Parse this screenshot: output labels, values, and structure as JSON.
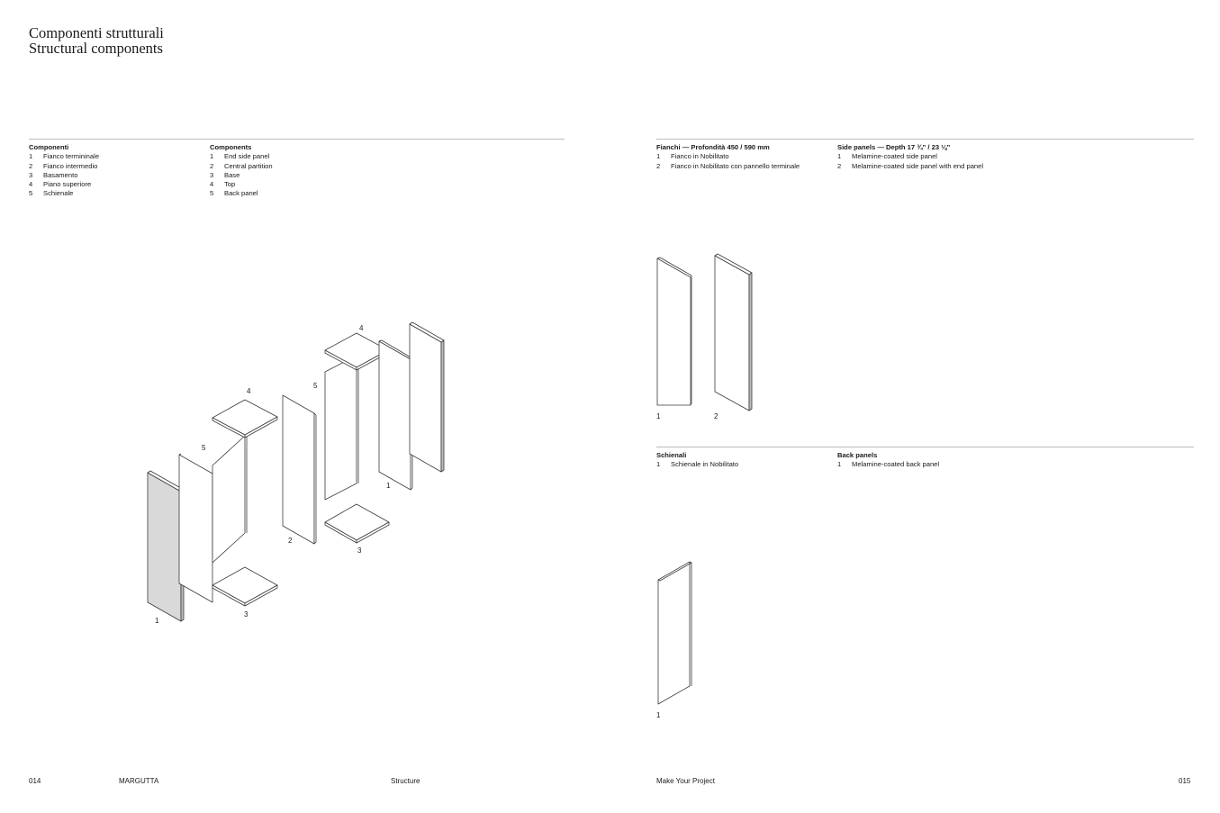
{
  "title": {
    "line1": "Componenti strutturali",
    "line2": "Structural components"
  },
  "components_it": {
    "heading": "Componenti",
    "items": [
      {
        "num": "1",
        "label": "Fianco termininale"
      },
      {
        "num": "2",
        "label": "Fianco intermedio"
      },
      {
        "num": "3",
        "label": "Basamento"
      },
      {
        "num": "4",
        "label": "Piano superiore"
      },
      {
        "num": "5",
        "label": "Schienale"
      }
    ]
  },
  "components_en": {
    "heading": "Components",
    "items": [
      {
        "num": "1",
        "label": "End side panel"
      },
      {
        "num": "2",
        "label": "Central partition"
      },
      {
        "num": "3",
        "label": "Base"
      },
      {
        "num": "4",
        "label": "Top"
      },
      {
        "num": "5",
        "label": "Back panel"
      }
    ]
  },
  "side_panels_it": {
    "heading": "Fianchi — Profondità 450 / 590 mm",
    "items": [
      {
        "num": "1",
        "label": "Fianco in Nobilitato"
      },
      {
        "num": "2",
        "label": "Fianco in Nobilitato con pannello terminale"
      }
    ]
  },
  "side_panels_en": {
    "heading": "Side panels — Depth 17 ¾” / 23 ⅛”",
    "items": [
      {
        "num": "1",
        "label": "Melamine-coated side panel"
      },
      {
        "num": "2",
        "label": "Melamine-coated side panel with end panel"
      }
    ]
  },
  "back_panels_it": {
    "heading": "Schienali",
    "items": [
      {
        "num": "1",
        "label": "Schienale in Nobilitato"
      }
    ]
  },
  "back_panels_en": {
    "heading": "Back panels",
    "items": [
      {
        "num": "1",
        "label": "Melamine-coated back panel"
      }
    ]
  },
  "diagram_labels": {
    "main": {
      "end_side_panel_left": "1",
      "base_left": "3",
      "back_panel_left": "5",
      "top_left": "4",
      "central_partition": "2",
      "back_panel_right": "5",
      "top_right": "4",
      "base_right": "3",
      "end_side_panel_right": "1"
    },
    "side_panels": {
      "panel_1": "1",
      "panel_2": "2"
    },
    "back_panels": {
      "panel_1": "1"
    }
  },
  "footer": {
    "page_left": "014",
    "brand": "MARGUTTA",
    "section": "Structure",
    "tagline": "Make Your Project",
    "page_right": "015"
  },
  "colors": {
    "line": "#3a3a3a",
    "panel_fill": "#d9d9d9",
    "rule": "#bdbdbd"
  }
}
